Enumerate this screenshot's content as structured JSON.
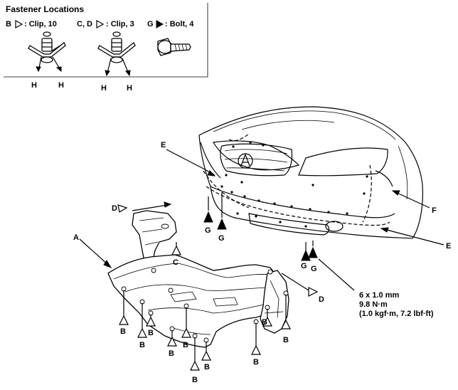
{
  "legend": {
    "title": "Fastener Locations",
    "items": [
      {
        "letter": "B",
        "spec": ": Clip, 10"
      },
      {
        "letter": "C, D",
        "spec": ": Clip, 3"
      },
      {
        "letter": "G",
        "spec": ": Bolt, 4"
      }
    ],
    "clip_label": "H"
  },
  "callouts": {
    "A": "A",
    "B": "B",
    "C": "C",
    "D": "D",
    "E": "E",
    "F": "F",
    "G": "G"
  },
  "torque": {
    "line1": "6 x 1.0 mm",
    "line2": "9.8 N·m",
    "line3": "(1.0 kgf·m, 7.2 lbf·ft)"
  }
}
